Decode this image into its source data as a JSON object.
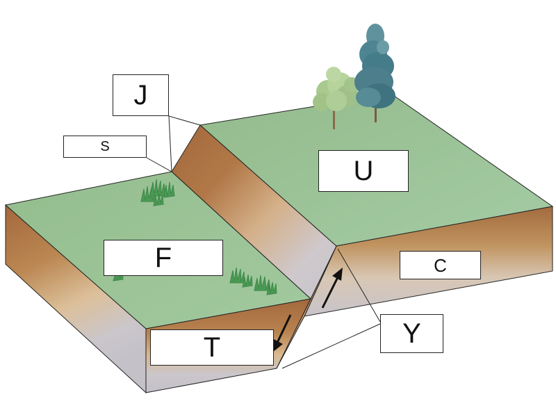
{
  "diagram": {
    "labels": {
      "j": "J",
      "s": "S",
      "u": "U",
      "f": "F",
      "c": "C",
      "t": "T",
      "y": "Y"
    },
    "colors": {
      "ground_top": "#9dc49a",
      "soil_brown": "#a36c3f",
      "soil_tan": "#d1a877",
      "rock_gray": "#c8c5cc",
      "grass": "#4b9a55",
      "tree_light": "#a9c98e",
      "tree_dark": "#4c7f8b",
      "outline": "#222222"
    },
    "icons": {
      "vegetation": [
        "grass-tuft-icon",
        "deciduous-tree-icon",
        "conifer-tree-icon"
      ],
      "arrows": [
        "arrow-up-icon",
        "arrow-down-icon"
      ]
    }
  }
}
